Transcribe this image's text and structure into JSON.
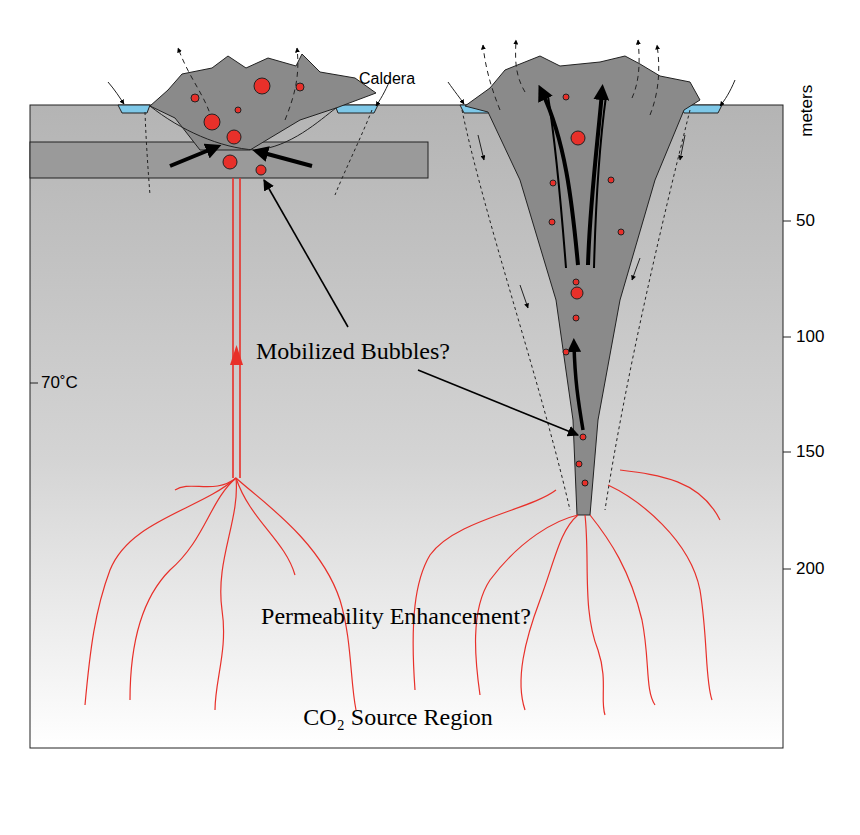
{
  "diagram": {
    "labels": [
      "Caldera",
      "meters",
      "50",
      "100",
      "150",
      "200",
      "70˚C",
      "Mobilized Bubbles?",
      "Permeability Enhancement?",
      "CO₂ Source Region"
    ]
  }
}
